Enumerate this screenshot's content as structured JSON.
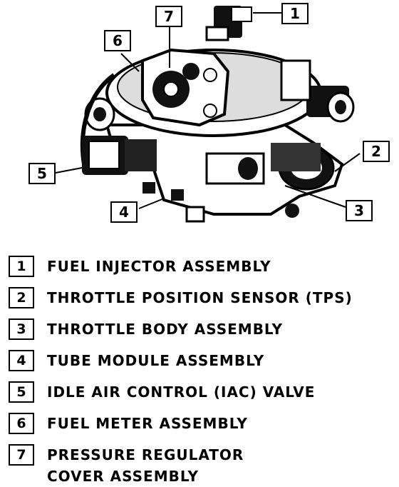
{
  "callouts": [
    {
      "num": "1"
    },
    {
      "num": "2"
    },
    {
      "num": "3"
    },
    {
      "num": "4"
    },
    {
      "num": "5"
    },
    {
      "num": "6"
    },
    {
      "num": "7"
    }
  ],
  "legend": [
    {
      "num": "1",
      "text": "FUEL INJECTOR ASSEMBLY"
    },
    {
      "num": "2",
      "text": "THROTTLE POSITION SENSOR (TPS)"
    },
    {
      "num": "3",
      "text": "THROTTLE BODY ASSEMBLY"
    },
    {
      "num": "4",
      "text": "TUBE MODULE ASSEMBLY"
    },
    {
      "num": "5",
      "text": "IDLE AIR CONTROL (IAC) VALVE"
    },
    {
      "num": "6",
      "text": "FUEL METER ASSEMBLY"
    },
    {
      "num": "7",
      "text": "PRESSURE REGULATOR\nCOVER ASSEMBLY"
    }
  ]
}
